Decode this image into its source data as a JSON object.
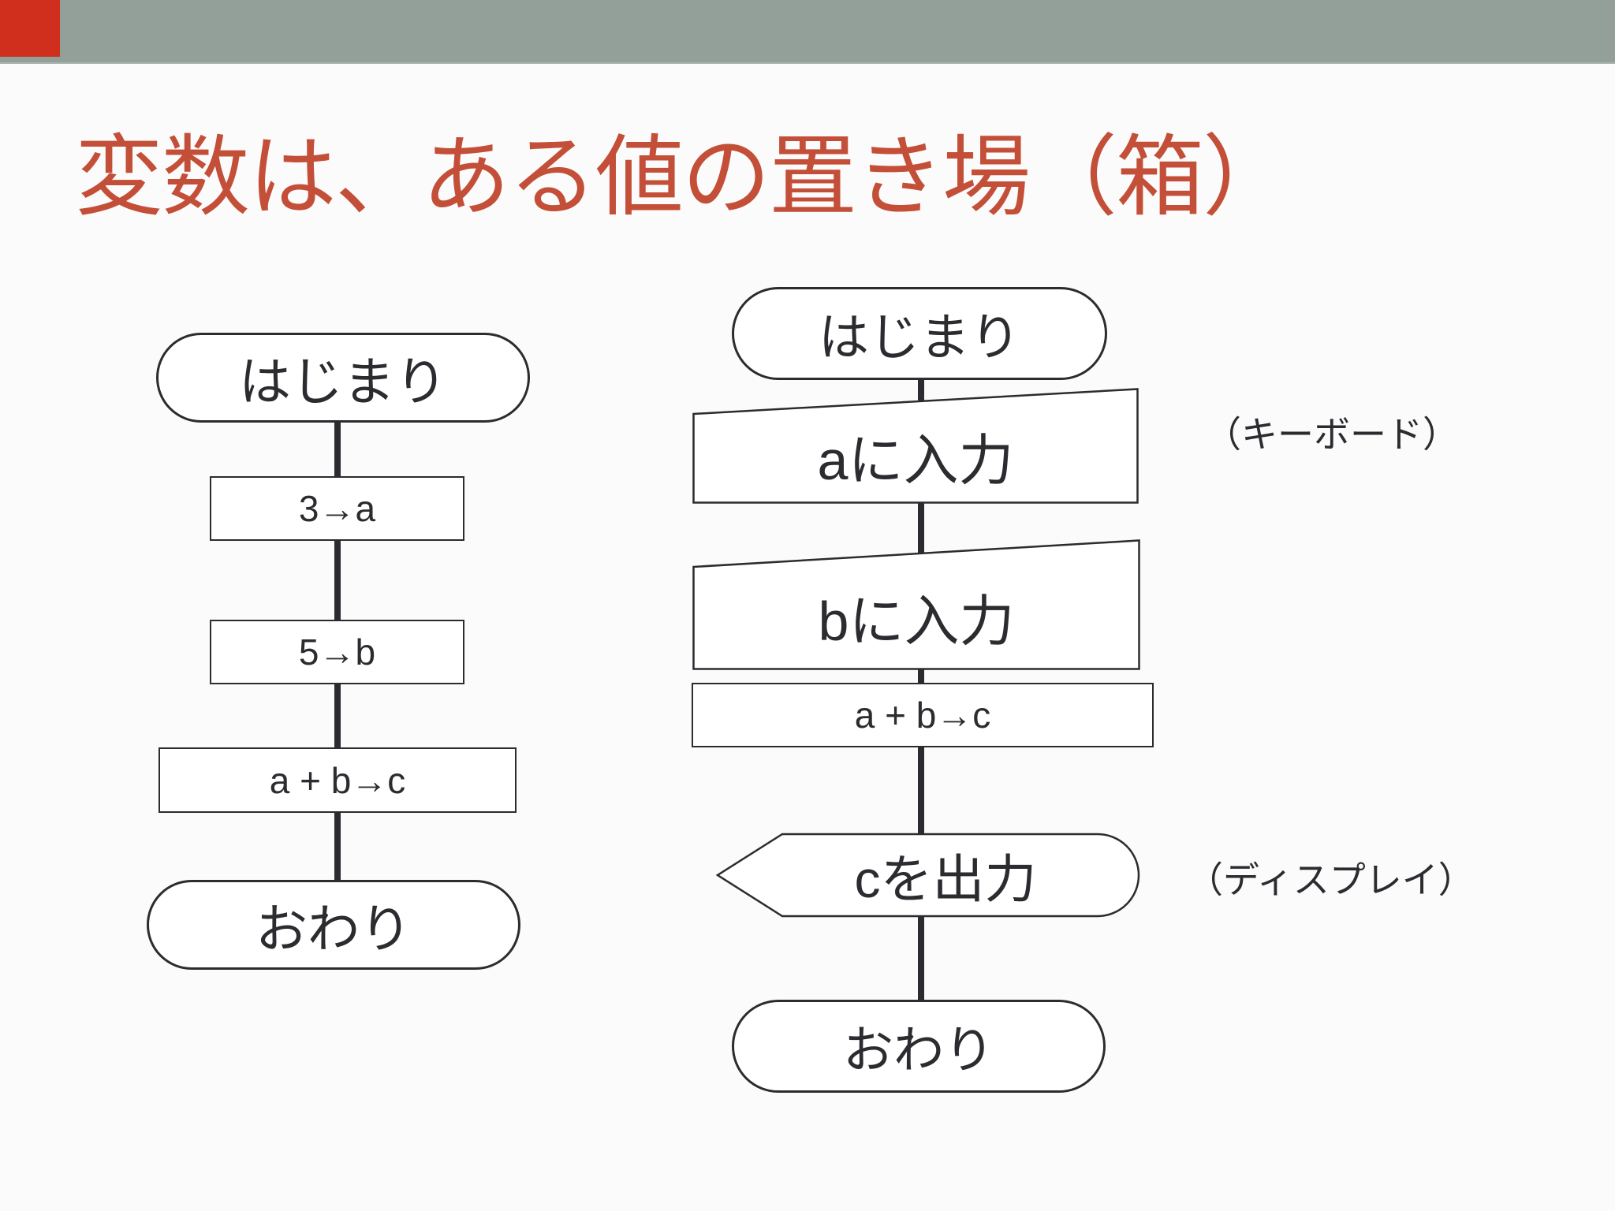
{
  "title": "変数は、ある値の置き場（箱）",
  "theme": {
    "topbar": "#93a09a",
    "accent": "#d02f1e",
    "title": "#c44f38",
    "ink": "#2b2b30",
    "bg": "#fbfbfc"
  },
  "left_flowchart": {
    "start": "はじまり",
    "step1": "3→a",
    "step2": "5→b",
    "step3": "a + b→c",
    "end": "おわり"
  },
  "right_flowchart": {
    "start": "はじまり",
    "input_a": "aに入力",
    "input_b": "bに入力",
    "process": "a + b→c",
    "output_c": "cを出力",
    "end": "おわり",
    "keyboard_note": "（キーボード）",
    "display_note": "（ディスプレイ）"
  }
}
